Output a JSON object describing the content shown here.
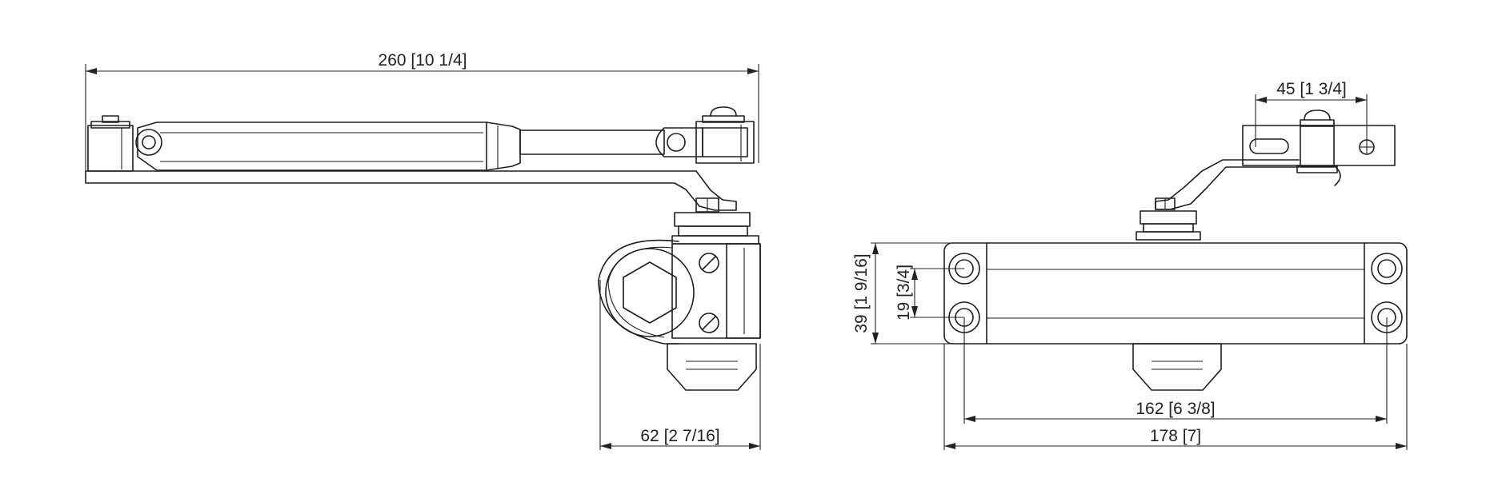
{
  "dimensions": {
    "side_arm_length": "260 [10 1/4]",
    "side_depth": "62 [2 7/16]",
    "arm_slot_spacing": "45 [1 3/4]",
    "body_height": "39 [1 9/16]",
    "hole_spacing_vertical": "19 [3/4]",
    "hole_spacing_horizontal": "162 [6 3/8]",
    "body_length": "178 [7]"
  },
  "colors": {
    "line": "#1e1e1e",
    "background": "#ffffff"
  }
}
